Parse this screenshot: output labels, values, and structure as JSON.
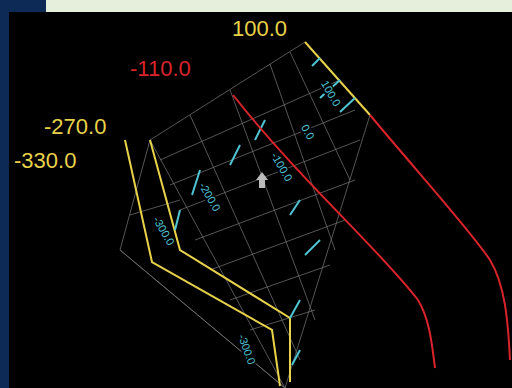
{
  "diagram": {
    "labels": [
      "100.0",
      "-110.0",
      "-270.0",
      "-330.0",
      "100.0",
      "0.0",
      "-100.0",
      "-200.0",
      "-300.0",
      "-300.0"
    ]
  }
}
